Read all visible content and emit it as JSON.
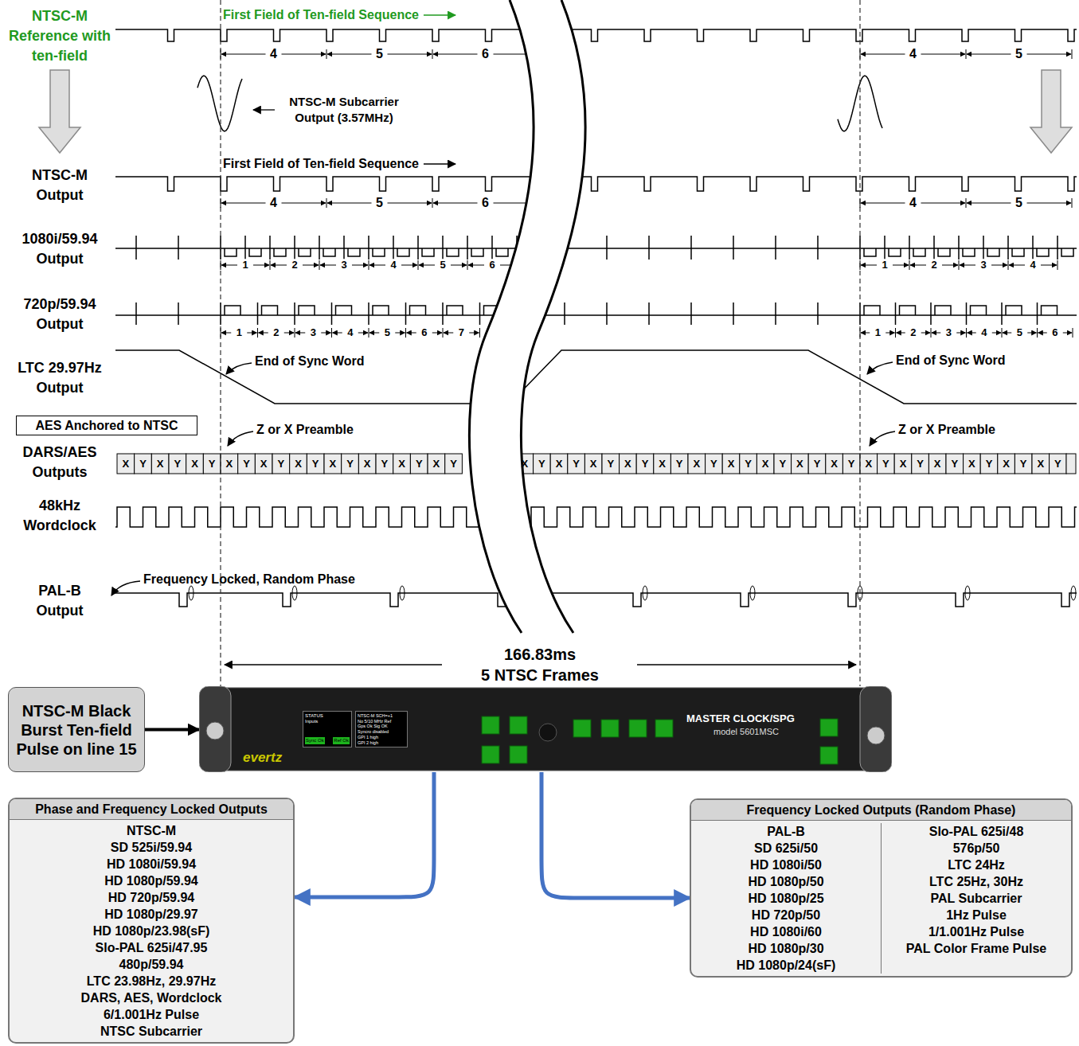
{
  "diagram": {
    "nodes": [
      {
        "text": [
          "AES Anchored to NTSC"
        ]
      },
      {
        "text": [
          "NTSC-M Black Burst Ten-field Pulse on line 15"
        ]
      },
      {
        "text": [
          "MASTER CLOCK/SPG",
          "model 5601MSC",
          "evertz"
        ]
      },
      {
        "text": [
          "STATUS Inputs",
          "Sync Ok",
          "Ref Ok"
        ],
        "in": 2
      },
      {
        "text": [
          "NTSC-M SCH=+1",
          "No 5/10 MHz Ref",
          "Gps Ok Sig OK",
          "Syncro disabled",
          "GPI 1 high",
          "GPI 2 high"
        ],
        "in": 2
      },
      {
        "text": [
          "Phase and Frequency Locked Outputs",
          "NTSC-M",
          "SD 525i/59.94",
          "HD 1080i/59.94",
          "HD 1080p/59.94",
          "HD 720p/59.94",
          "HD 1080p/29.97",
          "HD 1080p/23.98(sF)",
          "Slo-PAL 625i/47.95",
          "480p/59.94",
          "LTC 23.98Hz, 29.97Hz",
          "DARS, AES, Wordclock",
          "6/1.001Hz Pulse",
          "NTSC Subcarrier"
        ]
      },
      {
        "text": [
          "Frequency Locked Outputs (Random Phase)",
          "PAL-B",
          "SD 625i/50",
          "HD 1080i/50",
          "HD 1080p/50",
          "HD 1080p/25",
          "HD 720p/50",
          "HD 1080i/60",
          "HD 1080p/30",
          "HD 1080p/24(sF)",
          "Slo-PAL 625i/48",
          "576p/50",
          "LTC 24Hz",
          "LTC 25Hz, 30Hz",
          "PAL Subcarrier",
          "1Hz Pulse",
          "1/1.001Hz Pulse",
          "PAL Color Frame Pulse"
        ]
      }
    ],
    "edges": [
      {
        "from": 1,
        "to": 2,
        "arrow": "to"
      },
      {
        "from": 2,
        "to": 5,
        "arrow": "to"
      },
      {
        "from": 2,
        "to": 6,
        "arrow": "to"
      }
    ],
    "labels": [
      "NTSC-M Reference with ten-field",
      "First Field of Ten-field Sequence",
      "4",
      "5",
      "6",
      "4",
      "5",
      "NTSC-M Subcarrier Output (3.57MHz)",
      "NTSC-M Output",
      "First Field of Ten-field Sequence",
      "4",
      "5",
      "6",
      "4",
      "5",
      "1080i/59.94 Output",
      "1",
      "2",
      "3",
      "4",
      "5",
      "6",
      "1",
      "2",
      "3",
      "4",
      "720p/59.94 Output",
      "1",
      "2",
      "3",
      "4",
      "5",
      "6",
      "7",
      "1",
      "2",
      "3",
      "4",
      "5",
      "6",
      "LTC 29.97Hz Output",
      "End of Sync Word",
      "End of Sync Word",
      "DARS/AES Outputs",
      "Z or X Preamble",
      "Z or X Preamble",
      "X",
      "Y",
      "X",
      "Y",
      "X",
      "Y",
      "X",
      "Y",
      "X",
      "Y",
      "X",
      "Y",
      "X",
      "Y",
      "X",
      "Y",
      "X",
      "Y",
      "X",
      "Y",
      "X",
      "Y",
      "X",
      "Y",
      "X",
      "Y",
      "X",
      "Y",
      "X",
      "Y",
      "X",
      "Y",
      "X",
      "Y",
      "X",
      "Y",
      "X",
      "Y",
      "X",
      "Y",
      "X",
      "Y",
      "X",
      "Y",
      "X",
      "Y",
      "X",
      "Y",
      "X",
      "Y",
      "X",
      "Y",
      "48kHz Wordclock",
      "PAL-B Output",
      "Frequency Locked, Random Phase",
      "166.83ms",
      "5 NTSC Frames"
    ]
  }
}
